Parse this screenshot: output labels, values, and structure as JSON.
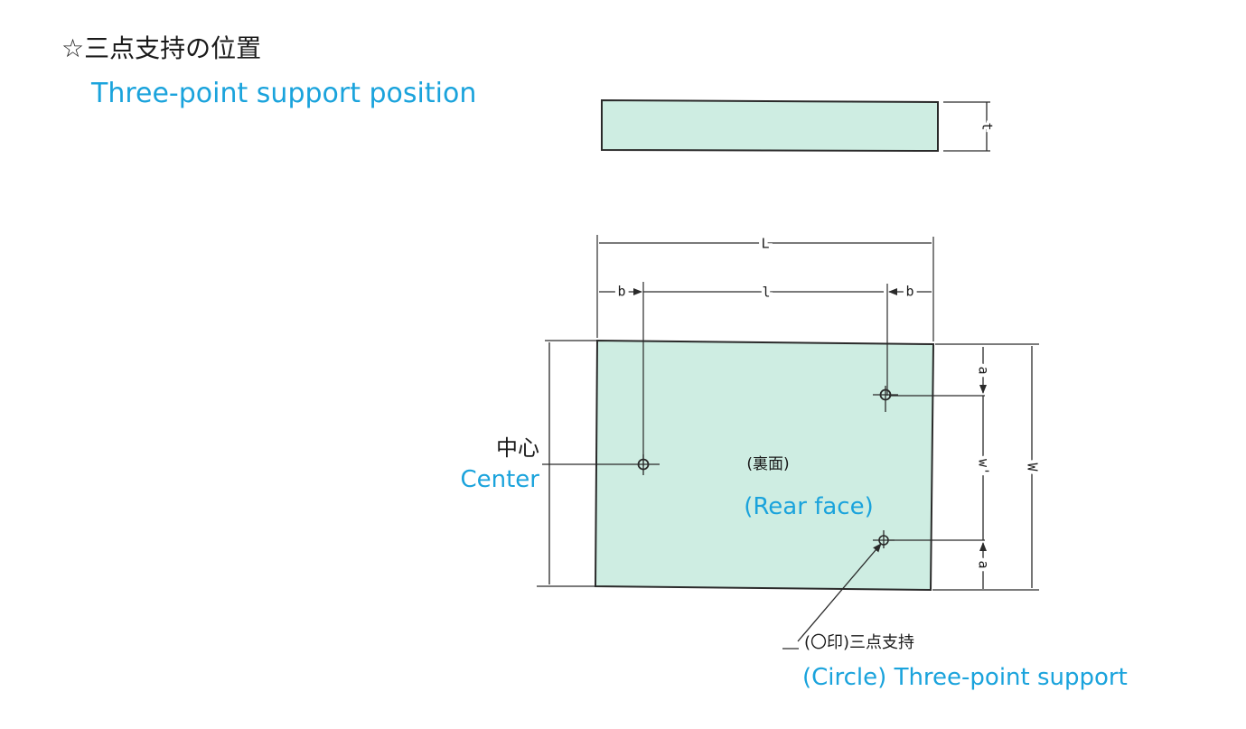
{
  "title": {
    "jp": "☆三点支持の位置",
    "en": "Three-point support position"
  },
  "dimensions": {
    "thickness": "t",
    "length": "L",
    "inner_length": "l",
    "edge_offset": "b",
    "edge_offset_y": "a",
    "inner_width": "w'",
    "width": "W"
  },
  "labels": {
    "center_jp": "中心",
    "center_en": "Center",
    "rear_face_jp": "(裏面)",
    "rear_face_en": "(Rear face)",
    "support_jp": "(〇印)三点支持",
    "support_en": "(Circle) Three-point support"
  },
  "colors": {
    "accent": "#1aa3dc",
    "plate_fill": "#ceede2",
    "line": "#2a2a2a"
  }
}
